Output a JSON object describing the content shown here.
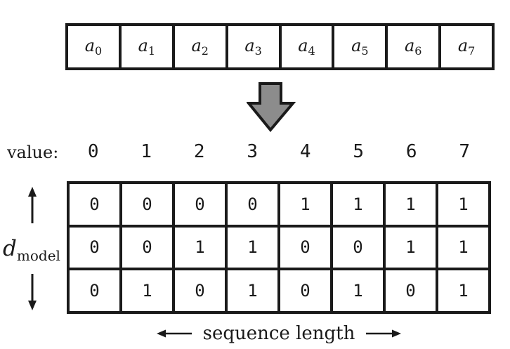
{
  "figure": {
    "title_semantic": "binary positional encoding diagram",
    "colors": {
      "background": "#ffffff",
      "line": "#1a1a1a",
      "arrow_fill": "#8c8c8c"
    }
  },
  "input_array": {
    "cells": [
      {
        "base": "a",
        "sub": "0"
      },
      {
        "base": "a",
        "sub": "1"
      },
      {
        "base": "a",
        "sub": "2"
      },
      {
        "base": "a",
        "sub": "3"
      },
      {
        "base": "a",
        "sub": "4"
      },
      {
        "base": "a",
        "sub": "5"
      },
      {
        "base": "a",
        "sub": "6"
      },
      {
        "base": "a",
        "sub": "7"
      }
    ]
  },
  "value_row": {
    "label": "value:",
    "values": [
      "0",
      "1",
      "2",
      "3",
      "4",
      "5",
      "6",
      "7"
    ]
  },
  "binary_grid": {
    "rows": [
      [
        "0",
        "0",
        "0",
        "0",
        "1",
        "1",
        "1",
        "1"
      ],
      [
        "0",
        "0",
        "1",
        "1",
        "0",
        "0",
        "1",
        "1"
      ],
      [
        "0",
        "1",
        "0",
        "1",
        "0",
        "1",
        "0",
        "1"
      ]
    ]
  },
  "axis_labels": {
    "dmodel_base": "d",
    "dmodel_sub": "model",
    "sequence": "sequence length"
  }
}
